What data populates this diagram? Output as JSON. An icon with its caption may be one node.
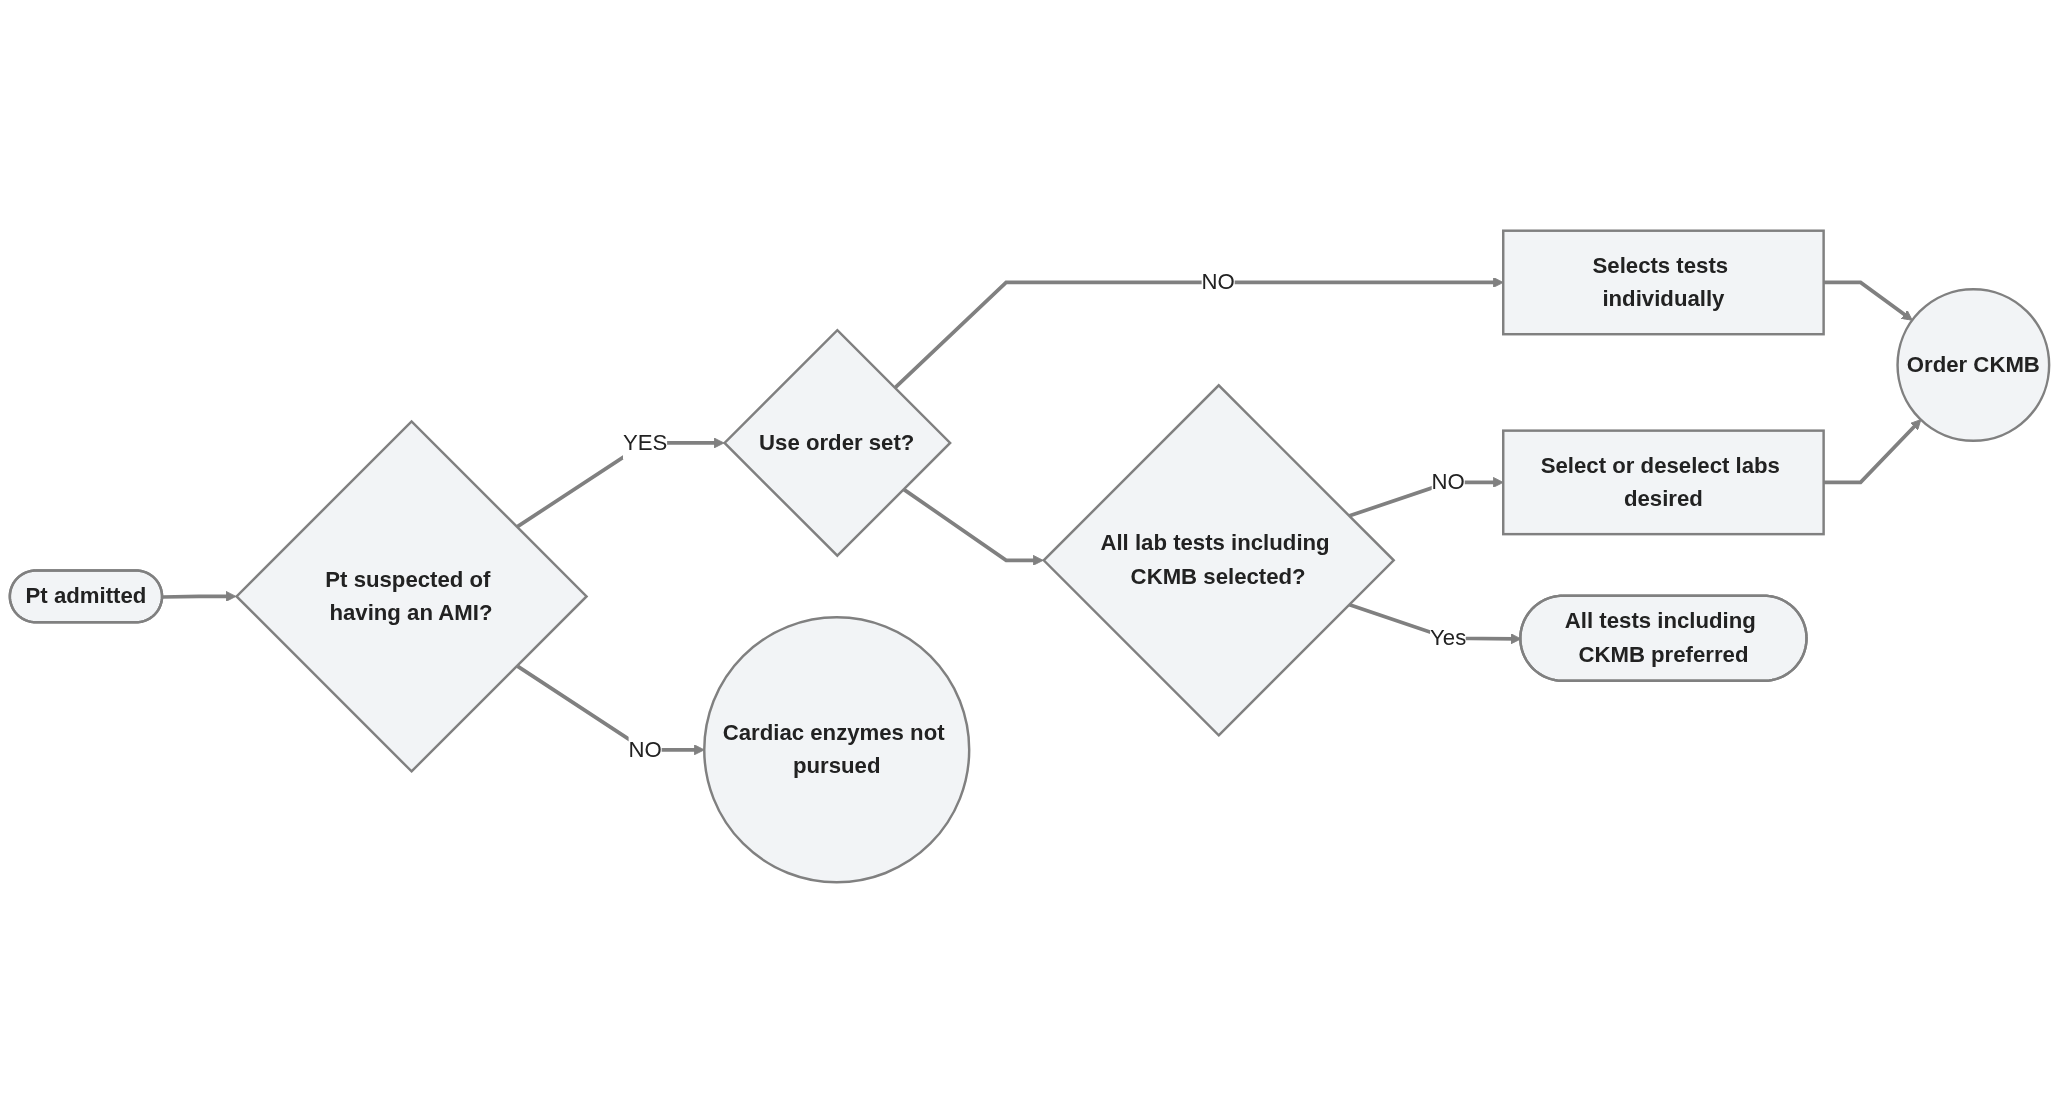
{
  "diagram": {
    "nodes": [
      {
        "text": [
          "Pt admitted"
        ]
      },
      {
        "text": [
          "Pt suspected of having an AMI?"
        ]
      },
      {
        "text": [
          "Use order set?"
        ]
      },
      {
        "text": [
          "Selects tests individually"
        ]
      },
      {
        "text": [
          "Order CKMB"
        ]
      },
      {
        "text": [
          "Cardiac enzymes not pursued"
        ]
      },
      {
        "text": [
          "All lab tests including CKMB selected?"
        ]
      },
      {
        "text": [
          "Select or deselect labs desired"
        ]
      },
      {
        "text": [
          "All tests including CKMB preferred"
        ]
      }
    ],
    "edges": [
      {
        "from": 0,
        "to": 1,
        "arrow": "to"
      },
      {
        "from": 1,
        "to": 2,
        "arrow": "to",
        "label": "YES"
      },
      {
        "from": 2,
        "to": 3,
        "arrow": "to",
        "label": "NO"
      },
      {
        "from": 3,
        "to": 4,
        "arrow": "to"
      },
      {
        "from": 1,
        "to": 5,
        "arrow": "to",
        "label": "NO"
      },
      {
        "from": 2,
        "to": 6,
        "arrow": "to"
      },
      {
        "from": 6,
        "to": 7,
        "arrow": "to",
        "label": "NO"
      },
      {
        "from": 7,
        "to": 4,
        "arrow": "to"
      },
      {
        "from": 6,
        "to": 8,
        "arrow": "to",
        "label": "Yes"
      }
    ]
  }
}
